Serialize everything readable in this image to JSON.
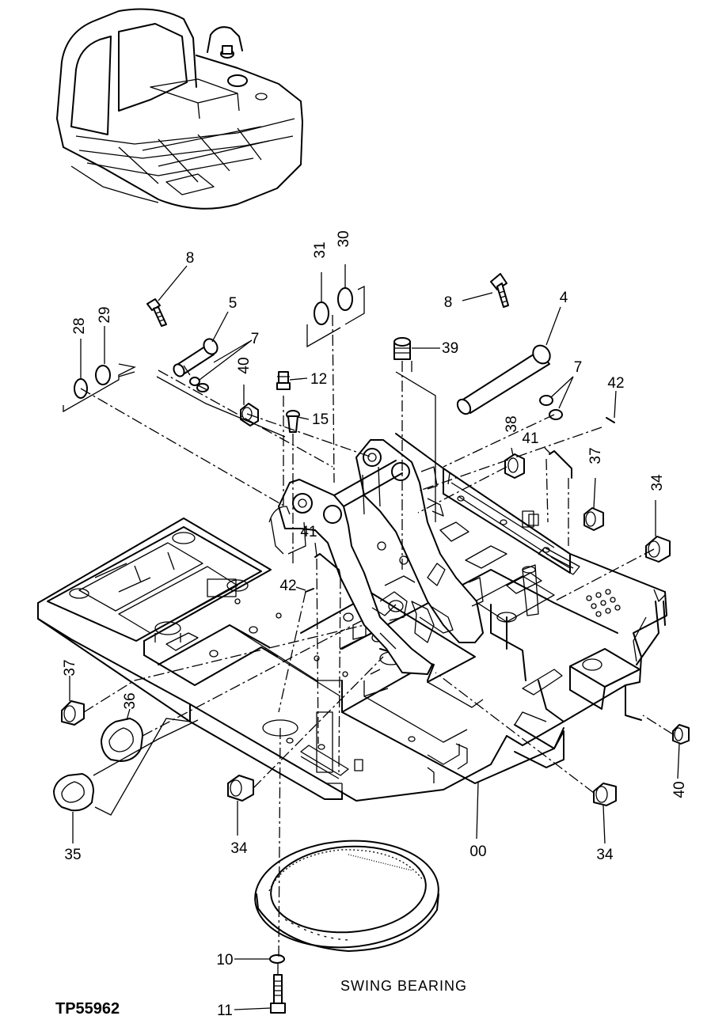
{
  "diagram": {
    "document_id": "TP55962",
    "caption": "SWING BEARING",
    "callouts": [
      {
        "id": "c8a",
        "text": "8"
      },
      {
        "id": "c5",
        "text": "5"
      },
      {
        "id": "c7a",
        "text": "7"
      },
      {
        "id": "c31",
        "text": "31"
      },
      {
        "id": "c30",
        "text": "30"
      },
      {
        "id": "c28",
        "text": "28"
      },
      {
        "id": "c29",
        "text": "29"
      },
      {
        "id": "c40a",
        "text": "40"
      },
      {
        "id": "c12",
        "text": "12"
      },
      {
        "id": "c15",
        "text": "15"
      },
      {
        "id": "c8b",
        "text": "8"
      },
      {
        "id": "c4",
        "text": "4"
      },
      {
        "id": "c39",
        "text": "39"
      },
      {
        "id": "c7b",
        "text": "7"
      },
      {
        "id": "c42a",
        "text": "42"
      },
      {
        "id": "c38",
        "text": "38"
      },
      {
        "id": "c41a",
        "text": "41"
      },
      {
        "id": "c37a",
        "text": "37"
      },
      {
        "id": "c34a",
        "text": "34"
      },
      {
        "id": "c41b",
        "text": "41"
      },
      {
        "id": "c42b",
        "text": "42"
      },
      {
        "id": "c37b",
        "text": "37"
      },
      {
        "id": "c36",
        "text": "36"
      },
      {
        "id": "c35",
        "text": "35"
      },
      {
        "id": "c34b",
        "text": "34"
      },
      {
        "id": "c00",
        "text": "00"
      },
      {
        "id": "c34c",
        "text": "34"
      },
      {
        "id": "c40b",
        "text": "40"
      },
      {
        "id": "c10",
        "text": "10"
      },
      {
        "id": "c11",
        "text": "11"
      }
    ]
  }
}
